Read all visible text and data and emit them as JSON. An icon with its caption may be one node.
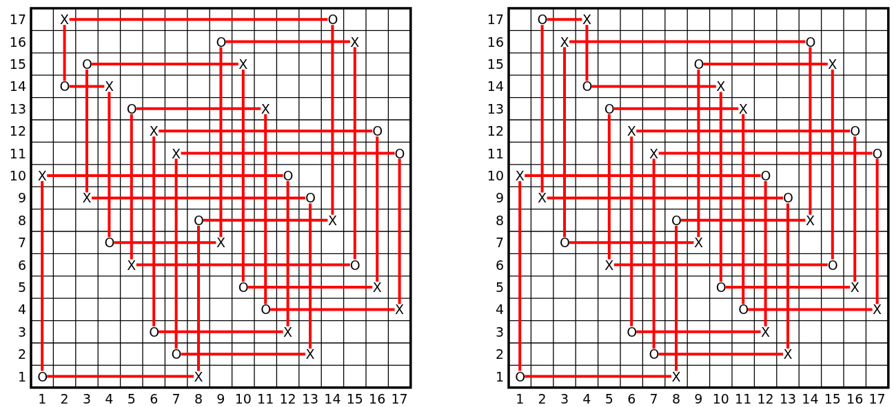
{
  "diagram": {
    "nodes": [
      {
        "text": [
          "X"
        ]
      },
      {
        "text": [
          "O"
        ]
      },
      {
        "text": [
          "O"
        ]
      },
      {
        "text": [
          "X"
        ]
      },
      {
        "text": [
          "O"
        ]
      },
      {
        "text": [
          "X"
        ]
      },
      {
        "text": [
          "O"
        ]
      },
      {
        "text": [
          "X"
        ]
      },
      {
        "text": [
          "O"
        ]
      },
      {
        "text": [
          "X"
        ]
      },
      {
        "text": [
          "X"
        ]
      },
      {
        "text": [
          "O"
        ]
      },
      {
        "text": [
          "X"
        ]
      },
      {
        "text": [
          "O"
        ]
      },
      {
        "text": [
          "X"
        ]
      },
      {
        "text": [
          "O"
        ]
      },
      {
        "text": [
          "X"
        ]
      },
      {
        "text": [
          "O"
        ]
      },
      {
        "text": [
          "O"
        ]
      },
      {
        "text": [
          "X"
        ]
      },
      {
        "text": [
          "O"
        ]
      },
      {
        "text": [
          "X"
        ]
      },
      {
        "text": [
          "X"
        ]
      },
      {
        "text": [
          "O"
        ]
      },
      {
        "text": [
          "O"
        ]
      },
      {
        "text": [
          "X"
        ]
      },
      {
        "text": [
          "O"
        ]
      },
      {
        "text": [
          "X"
        ]
      },
      {
        "text": [
          "O"
        ]
      },
      {
        "text": [
          "X"
        ]
      },
      {
        "text": [
          "O"
        ]
      },
      {
        "text": [
          "X"
        ]
      },
      {
        "text": [
          "O"
        ]
      },
      {
        "text": [
          "X"
        ]
      },
      {
        "text": [
          "O"
        ]
      },
      {
        "text": [
          "X"
        ]
      },
      {
        "text": [
          "X"
        ]
      },
      {
        "text": [
          "O"
        ]
      },
      {
        "text": [
          "O"
        ]
      },
      {
        "text": [
          "X"
        ]
      },
      {
        "text": [
          "O"
        ]
      },
      {
        "text": [
          "X"
        ]
      },
      {
        "text": [
          "O"
        ]
      },
      {
        "text": [
          "X"
        ]
      },
      {
        "text": [
          "X"
        ]
      },
      {
        "text": [
          "O"
        ]
      },
      {
        "text": [
          "X"
        ]
      },
      {
        "text": [
          "O"
        ]
      },
      {
        "text": [
          "X"
        ]
      },
      {
        "text": [
          "O"
        ]
      },
      {
        "text": [
          "X"
        ]
      },
      {
        "text": [
          "O"
        ]
      },
      {
        "text": [
          "O"
        ]
      },
      {
        "text": [
          "X"
        ]
      },
      {
        "text": [
          "O"
        ]
      },
      {
        "text": [
          "X"
        ]
      },
      {
        "text": [
          "X"
        ]
      },
      {
        "text": [
          "O"
        ]
      },
      {
        "text": [
          "O"
        ]
      },
      {
        "text": [
          "X"
        ]
      },
      {
        "text": [
          "O"
        ]
      },
      {
        "text": [
          "X"
        ]
      },
      {
        "text": [
          "O"
        ]
      },
      {
        "text": [
          "X"
        ]
      },
      {
        "text": [
          "O"
        ]
      },
      {
        "text": [
          "X"
        ]
      },
      {
        "text": [
          "O"
        ]
      },
      {
        "text": [
          "X"
        ]
      }
    ],
    "edges": [
      {
        "from": 0,
        "to": 1,
        "arrow": "none"
      },
      {
        "from": 2,
        "to": 3,
        "arrow": "none"
      },
      {
        "from": 4,
        "to": 5,
        "arrow": "none"
      },
      {
        "from": 6,
        "to": 7,
        "arrow": "none"
      },
      {
        "from": 8,
        "to": 9,
        "arrow": "none"
      },
      {
        "from": 10,
        "to": 11,
        "arrow": "none"
      },
      {
        "from": 12,
        "to": 13,
        "arrow": "none"
      },
      {
        "from": 14,
        "to": 15,
        "arrow": "none"
      },
      {
        "from": 16,
        "to": 17,
        "arrow": "none"
      },
      {
        "from": 18,
        "to": 19,
        "arrow": "none"
      },
      {
        "from": 20,
        "to": 21,
        "arrow": "none"
      },
      {
        "from": 22,
        "to": 23,
        "arrow": "none"
      },
      {
        "from": 24,
        "to": 25,
        "arrow": "none"
      },
      {
        "from": 26,
        "to": 27,
        "arrow": "none"
      },
      {
        "from": 28,
        "to": 29,
        "arrow": "none"
      },
      {
        "from": 30,
        "to": 31,
        "arrow": "none"
      },
      {
        "from": 32,
        "to": 33,
        "arrow": "none"
      },
      {
        "from": 14,
        "to": 32,
        "arrow": "none"
      },
      {
        "from": 0,
        "to": 6,
        "arrow": "none"
      },
      {
        "from": 4,
        "to": 16,
        "arrow": "none"
      },
      {
        "from": 7,
        "to": 20,
        "arrow": "none"
      },
      {
        "from": 8,
        "to": 22,
        "arrow": "none"
      },
      {
        "from": 10,
        "to": 28,
        "arrow": "none"
      },
      {
        "from": 12,
        "to": 30,
        "arrow": "none"
      },
      {
        "from": 18,
        "to": 33,
        "arrow": "none"
      },
      {
        "from": 2,
        "to": 21,
        "arrow": "none"
      },
      {
        "from": 5,
        "to": 24,
        "arrow": "none"
      },
      {
        "from": 9,
        "to": 26,
        "arrow": "none"
      },
      {
        "from": 15,
        "to": 29,
        "arrow": "none"
      },
      {
        "from": 17,
        "to": 31,
        "arrow": "none"
      },
      {
        "from": 1,
        "to": 19,
        "arrow": "none"
      },
      {
        "from": 3,
        "to": 23,
        "arrow": "none"
      },
      {
        "from": 11,
        "to": 25,
        "arrow": "none"
      },
      {
        "from": 13,
        "to": 27,
        "arrow": "none"
      },
      {
        "from": 34,
        "to": 35,
        "arrow": "none"
      },
      {
        "from": 36,
        "to": 37,
        "arrow": "none"
      },
      {
        "from": 38,
        "to": 39,
        "arrow": "none"
      },
      {
        "from": 40,
        "to": 41,
        "arrow": "none"
      },
      {
        "from": 42,
        "to": 43,
        "arrow": "none"
      },
      {
        "from": 44,
        "to": 45,
        "arrow": "none"
      },
      {
        "from": 46,
        "to": 47,
        "arrow": "none"
      },
      {
        "from": 48,
        "to": 49,
        "arrow": "none"
      },
      {
        "from": 50,
        "to": 51,
        "arrow": "none"
      },
      {
        "from": 52,
        "to": 53,
        "arrow": "none"
      },
      {
        "from": 54,
        "to": 55,
        "arrow": "none"
      },
      {
        "from": 56,
        "to": 57,
        "arrow": "none"
      },
      {
        "from": 58,
        "to": 59,
        "arrow": "none"
      },
      {
        "from": 60,
        "to": 61,
        "arrow": "none"
      },
      {
        "from": 62,
        "to": 63,
        "arrow": "none"
      },
      {
        "from": 64,
        "to": 65,
        "arrow": "none"
      },
      {
        "from": 66,
        "to": 67,
        "arrow": "none"
      },
      {
        "from": 48,
        "to": 66,
        "arrow": "none"
      },
      {
        "from": 34,
        "to": 50,
        "arrow": "none"
      },
      {
        "from": 36,
        "to": 54,
        "arrow": "none"
      },
      {
        "from": 35,
        "to": 40,
        "arrow": "none"
      },
      {
        "from": 42,
        "to": 56,
        "arrow": "none"
      },
      {
        "from": 44,
        "to": 62,
        "arrow": "none"
      },
      {
        "from": 46,
        "to": 64,
        "arrow": "none"
      },
      {
        "from": 52,
        "to": 67,
        "arrow": "none"
      },
      {
        "from": 38,
        "to": 55,
        "arrow": "none"
      },
      {
        "from": 41,
        "to": 58,
        "arrow": "none"
      },
      {
        "from": 43,
        "to": 60,
        "arrow": "none"
      },
      {
        "from": 49,
        "to": 63,
        "arrow": "none"
      },
      {
        "from": 51,
        "to": 65,
        "arrow": "none"
      },
      {
        "from": 37,
        "to": 53,
        "arrow": "none"
      },
      {
        "from": 39,
        "to": 57,
        "arrow": "none"
      },
      {
        "from": 45,
        "to": 59,
        "arrow": "none"
      },
      {
        "from": 47,
        "to": 61,
        "arrow": "none"
      }
    ],
    "labels": [
      "17",
      "16",
      "15",
      "14",
      "13",
      "12",
      "11",
      "10",
      "9",
      "8",
      "7",
      "6",
      "5",
      "4",
      "3",
      "2",
      "1",
      "1",
      "2",
      "3",
      "4",
      "5",
      "6",
      "7",
      "8",
      "9",
      "10",
      "11",
      "12",
      "13",
      "14",
      "15",
      "16",
      "17",
      "17",
      "16",
      "15",
      "14",
      "13",
      "12",
      "11",
      "10",
      "9",
      "8",
      "7",
      "6",
      "5",
      "4",
      "3",
      "2",
      "1",
      "1",
      "2",
      "3",
      "4",
      "5",
      "6",
      "7",
      "8",
      "9",
      "10",
      "11",
      "12",
      "13",
      "14",
      "15",
      "16",
      "17"
    ]
  }
}
